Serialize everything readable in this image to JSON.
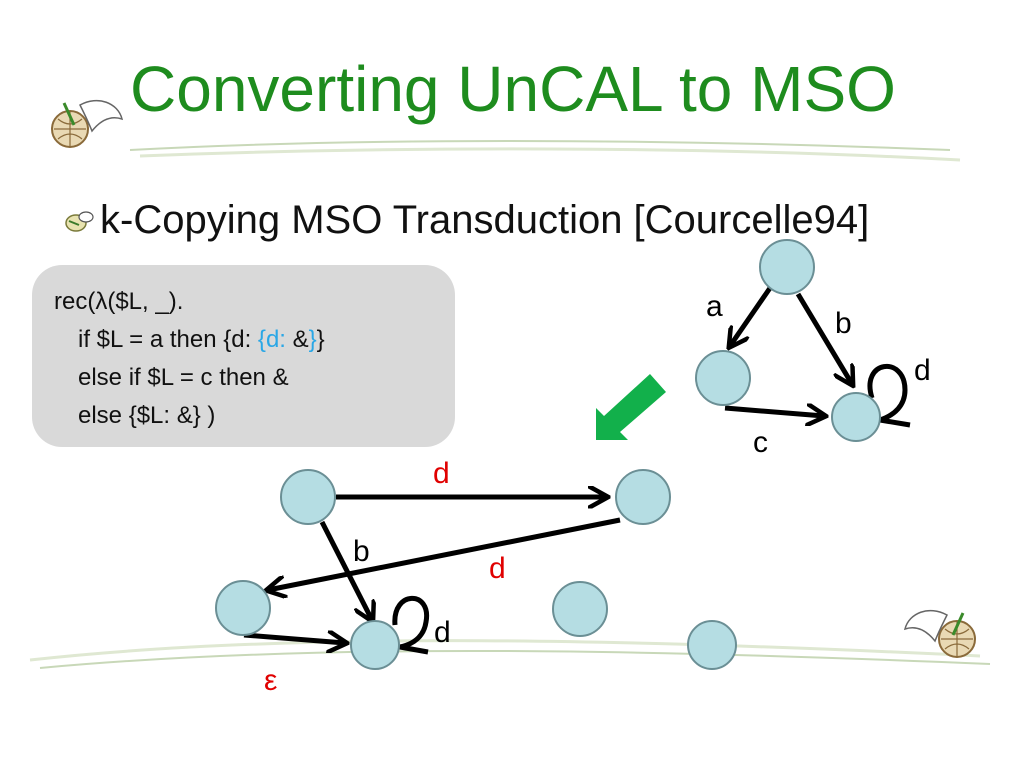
{
  "slide": {
    "title": "Converting UnCAL to MSO",
    "bullet": "k-Copying MSO Transduction [Courcelle94]"
  },
  "code": {
    "line1": "rec(λ($L, _).",
    "line2_pre": "if $L = a then {d: ",
    "line2_open": "{d: ",
    "line2_amp": "&",
    "line2_close_inner": "}",
    "line2_close_outer": "}",
    "line3": "else if $L = c then &",
    "line4": "else {$L: &} )"
  },
  "input_graph": {
    "edge_labels": {
      "a": "a",
      "b": "b",
      "c": "c",
      "d": "d"
    }
  },
  "output_graph": {
    "edge_labels": {
      "d_top": "d",
      "b": "b",
      "d_cross": "d",
      "d_loop": "d",
      "epsilon": "ε"
    }
  },
  "colors": {
    "title": "#1e8c1e",
    "node_fill": "#b5dde3",
    "node_stroke": "#6b8f95",
    "arrow_green": "#12b04b",
    "red_label": "#e00000",
    "blue_code": "#2aa7e6",
    "box": "#d9d9d9"
  }
}
